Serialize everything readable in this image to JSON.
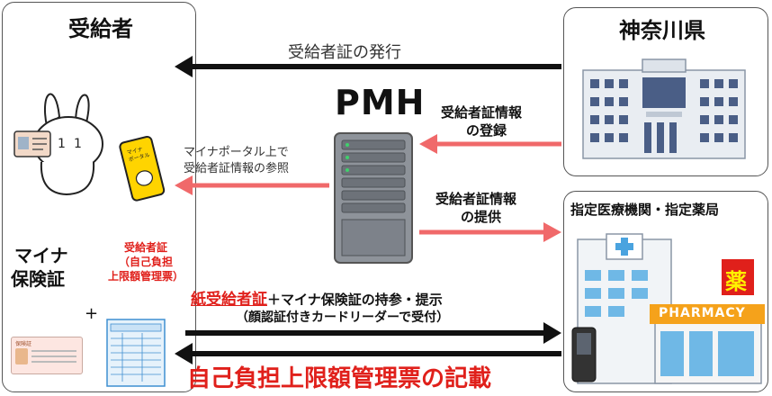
{
  "recipient": {
    "title": "受給者",
    "myna_label_1": "マイナ",
    "myna_label_2": "保険証",
    "cert_note_1": "受給者証",
    "cert_note_2": "（自己負担",
    "cert_note_3": "上限額管理票）",
    "plus": "+",
    "card_photo_text": "保険証"
  },
  "prefecture": {
    "title": "神奈川県"
  },
  "institution": {
    "title": "指定医療機関・指定薬局",
    "pharmacy_sign": "PHARMACY",
    "kanji_sign": "薬"
  },
  "server": {
    "title": "PMH"
  },
  "arrows": {
    "issue": "受給者証の発行",
    "register_1": "受給者証情報",
    "register_2": "の登録",
    "portal_1": "マイナポータル上で",
    "portal_2": "受給者証情報の参照",
    "provide_1": "受給者証情報",
    "provide_2": "の提供",
    "present_red": "紙受給者証",
    "present_rest": "＋マイナ保険証の持参・提示",
    "present_sub": "（顔認証付きカードリーダーで受付）",
    "record": "自己負担上限額管理票の記載"
  },
  "colors": {
    "red": "#e0201b",
    "pink_arrow": "#f0696a",
    "dark": "#111111",
    "box_border": "#555555"
  }
}
